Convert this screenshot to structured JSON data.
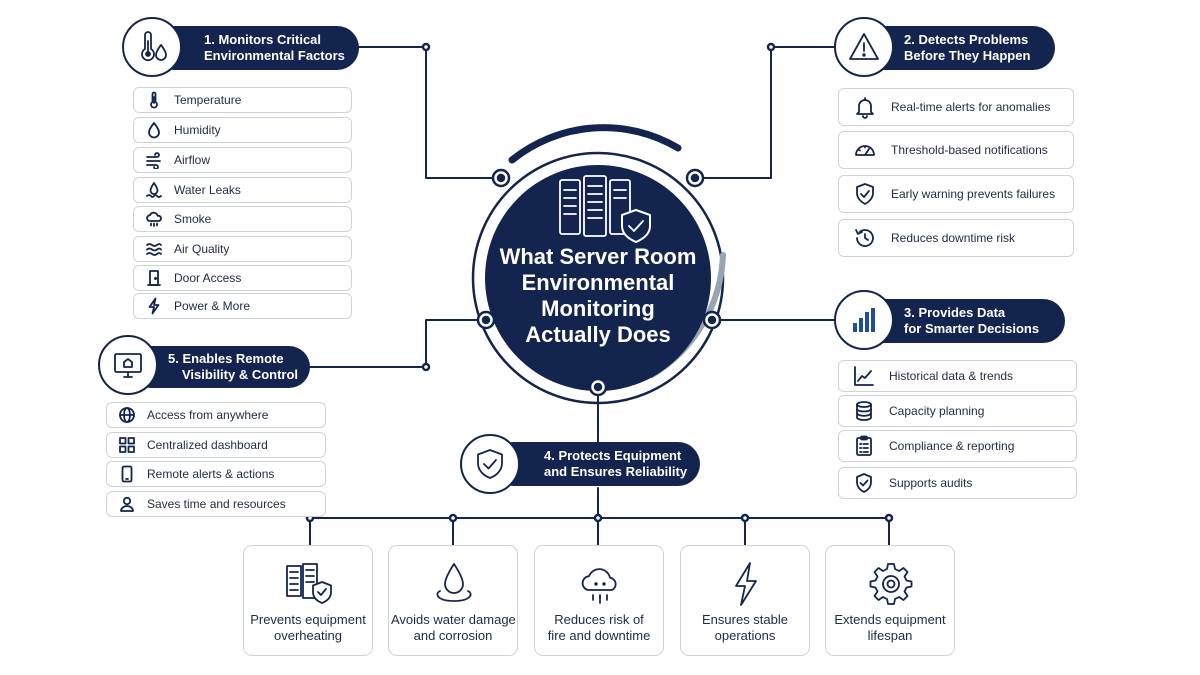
{
  "hub": {
    "title_lines": [
      "What Server Room",
      "Environmental",
      "Monitoring",
      "Actually Does"
    ]
  },
  "sections": {
    "monitors": {
      "title_lines": [
        "1.  Monitors Critical",
        "Environmental Factors"
      ],
      "icon": "thermometer-droplet-icon",
      "items": [
        {
          "label": "Temperature",
          "icon": "thermometer-icon"
        },
        {
          "label": "Humidity",
          "icon": "droplet-icon"
        },
        {
          "label": "Airflow",
          "icon": "airflow-icon"
        },
        {
          "label": "Water Leaks",
          "icon": "water-leak-icon"
        },
        {
          "label": "Smoke",
          "icon": "smoke-icon"
        },
        {
          "label": "Air Quality",
          "icon": "air-quality-icon"
        },
        {
          "label": "Door Access",
          "icon": "door-icon"
        },
        {
          "label": "Power & More",
          "icon": "lightning-icon"
        }
      ]
    },
    "detects": {
      "title_lines": [
        "2. Detects Problems",
        "Before They Happen"
      ],
      "icon": "warning-icon",
      "items": [
        {
          "label": "Real-time alerts for anomalies",
          "icon": "bell-icon"
        },
        {
          "label": "Threshold-based notifications",
          "icon": "gauge-icon"
        },
        {
          "label": "Early warning prevents failures",
          "icon": "shield-check-icon"
        },
        {
          "label": "Reduces downtime risk",
          "icon": "clock-history-icon"
        }
      ]
    },
    "data": {
      "title_lines": [
        "3. Provides Data",
        "for Smarter Decisions"
      ],
      "icon": "bar-chart-icon",
      "items": [
        {
          "label": "Historical data & trends",
          "icon": "trend-line-icon"
        },
        {
          "label": "Capacity planning",
          "icon": "database-icon"
        },
        {
          "label": "Compliance & reporting",
          "icon": "clipboard-checklist-icon"
        },
        {
          "label": "Supports audits",
          "icon": "shield-check-icon"
        }
      ]
    },
    "protects": {
      "title_lines": [
        "4. Protects Equipment",
        "and Ensures Reliability"
      ],
      "icon": "shield-check-icon",
      "cards": [
        {
          "lines": [
            "Prevents equipment",
            "overheating"
          ],
          "icon": "server-shield-icon"
        },
        {
          "lines": [
            "Avoids water damage",
            "and corrosion"
          ],
          "icon": "water-drop-icon"
        },
        {
          "lines": [
            "Reduces risk of",
            "fire and downtime"
          ],
          "icon": "cloud-rain-icon"
        },
        {
          "lines": [
            "Ensures stable",
            "operations"
          ],
          "icon": "lightning-icon"
        },
        {
          "lines": [
            "Extends equipment",
            "lifespan"
          ],
          "icon": "gear-icon"
        }
      ]
    },
    "remote": {
      "title_lines": [
        "5. Enables Remote",
        "Visibility & Control"
      ],
      "icon": "monitor-icon",
      "items": [
        {
          "label": "Access from anywhere",
          "icon": "globe-icon"
        },
        {
          "label": "Centralized dashboard",
          "icon": "dashboard-grid-icon"
        },
        {
          "label": "Remote alerts & actions",
          "icon": "smartphone-icon"
        },
        {
          "label": "Saves time and resources",
          "icon": "user-icon"
        }
      ]
    }
  },
  "colors": {
    "navy": "#13254f",
    "gray_accent": "#9aa3b2",
    "border": "#cdd3dd",
    "text": "#1f2a44"
  }
}
